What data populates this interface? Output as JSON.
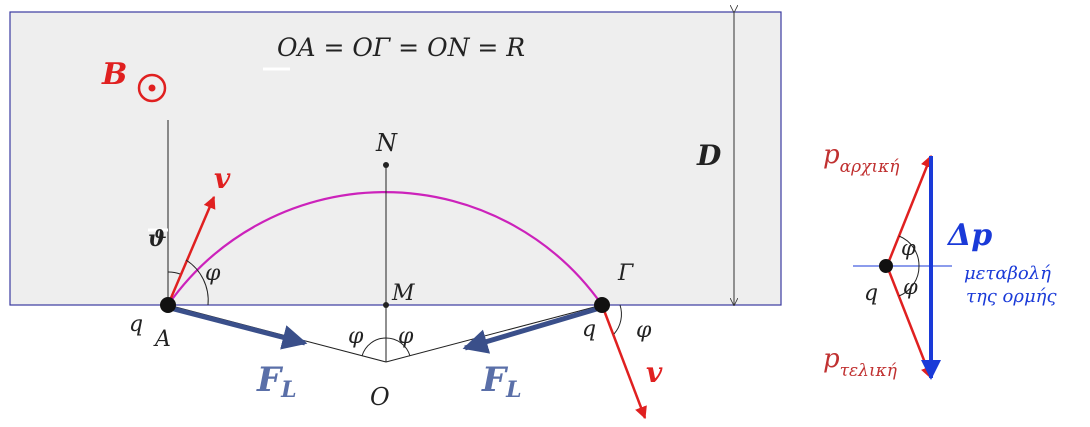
{
  "diagram": {
    "equation": "OA = OΓ = ON = R",
    "field_label": "B",
    "width_label": "D",
    "points": {
      "N": "N",
      "M": "M",
      "A": "A",
      "Gamma": "Γ",
      "O": "O"
    },
    "charge_label": "q",
    "velocity_label": "v",
    "theta_label": "ϑ",
    "phi_label": "φ",
    "force_label_main": "F",
    "force_label_sub": "L"
  },
  "momentum": {
    "p_letter": "p",
    "p_initial_sub": "αρχική",
    "p_final_sub": "τελική",
    "delta_p": "Δp",
    "change_line1": "μεταβολή",
    "change_line2": "της ορμής",
    "charge_label": "q",
    "phi_label": "φ"
  },
  "colors": {
    "region_fill": "#eeeeee",
    "region_border": "#3a3aa0",
    "arc": "#cc22bb",
    "velocity": "#e02020",
    "force": "#3a4f8a",
    "force_label": "#5a6fa8",
    "field_label": "#e02020",
    "delta_p": "#1a3ad8",
    "p_label": "#c03030",
    "change_text": "#1a3ad8"
  }
}
